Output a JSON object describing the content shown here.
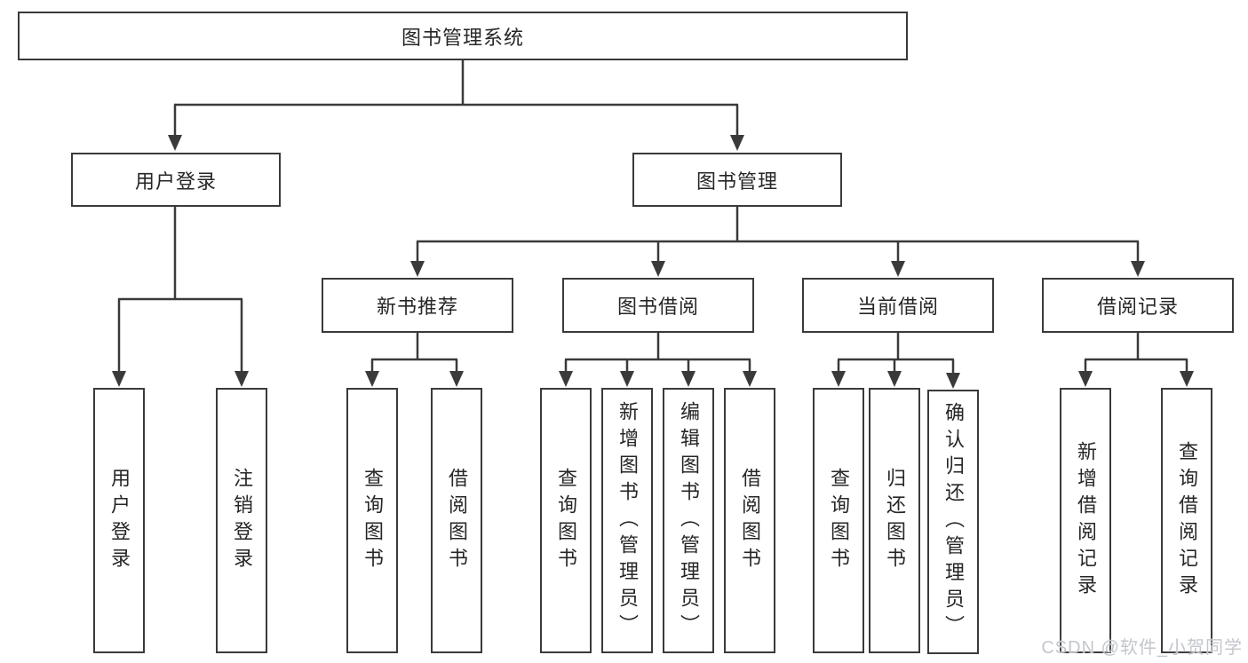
{
  "tree": {
    "root": {
      "label": "图书管理系统"
    },
    "branches": [
      {
        "label": "用户登录",
        "children": [
          {
            "label": "用户登录"
          },
          {
            "label": "注销登录"
          }
        ]
      },
      {
        "label": "图书管理",
        "children": [
          {
            "label": "新书推荐",
            "children": [
              {
                "label": "查询图书"
              },
              {
                "label": "借阅图书"
              }
            ]
          },
          {
            "label": "图书借阅",
            "children": [
              {
                "label": "查询图书"
              },
              {
                "label": "新增图书（管理员）"
              },
              {
                "label": "编辑图书（管理员）"
              },
              {
                "label": "借阅图书"
              }
            ]
          },
          {
            "label": "当前借阅",
            "children": [
              {
                "label": "查询图书"
              },
              {
                "label": "归还图书"
              },
              {
                "label": "确认归还（管理员）"
              }
            ]
          },
          {
            "label": "借阅记录",
            "children": [
              {
                "label": "新增借阅记录"
              },
              {
                "label": "查询借阅记录"
              }
            ]
          }
        ]
      }
    ]
  },
  "watermark": "CSDN @软件_小贺同学",
  "colors": {
    "line": "#3a3a3a",
    "box_border": "#3a3a3a",
    "text": "#262626",
    "background": "#ffffff",
    "watermark": "#c3c6cc"
  }
}
